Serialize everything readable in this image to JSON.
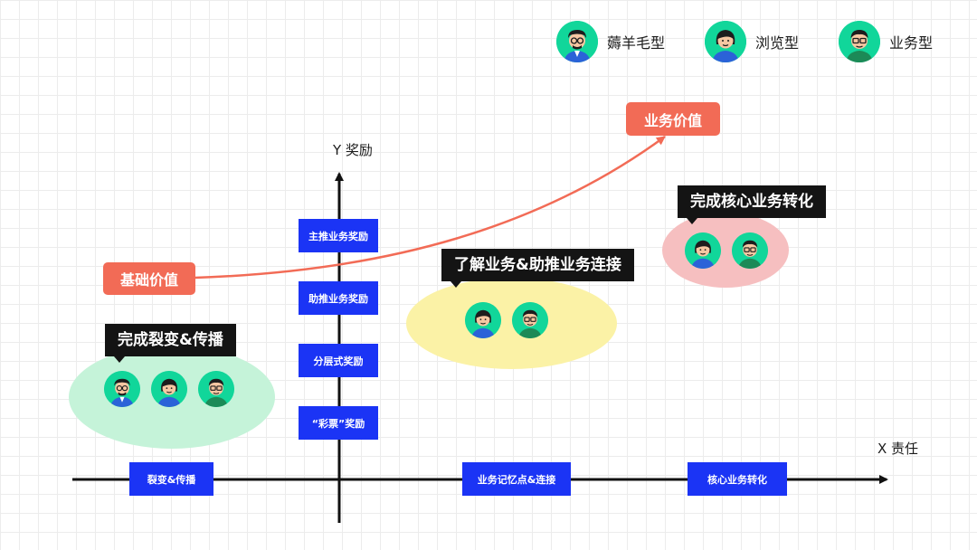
{
  "legend": [
    {
      "label": "薅羊毛型",
      "icon": "avatar-man-glasses-icon"
    },
    {
      "label": "浏览型",
      "icon": "avatar-woman-icon"
    },
    {
      "label": "业务型",
      "icon": "avatar-man-green-icon"
    }
  ],
  "axes": {
    "x_label": "X 责任",
    "y_label": "Y 奖励"
  },
  "y_rewards": [
    "主推业务奖励",
    "助推业务奖励",
    "分层式奖励",
    "“彩票”奖励"
  ],
  "x_stages": [
    "裂变&传播",
    "业务记忆点&连接",
    "核心业务转化"
  ],
  "callouts": {
    "fission": "完成裂变&传播",
    "understand": "了解业务&助推业务连接",
    "core": "完成核心业务转化"
  },
  "value_tags": {
    "base": "基础价值",
    "business": "业务价值"
  },
  "colors": {
    "accent_blue": "#1b34f5",
    "accent_red": "#f26b56",
    "avatar_bg": "#11d69a"
  }
}
